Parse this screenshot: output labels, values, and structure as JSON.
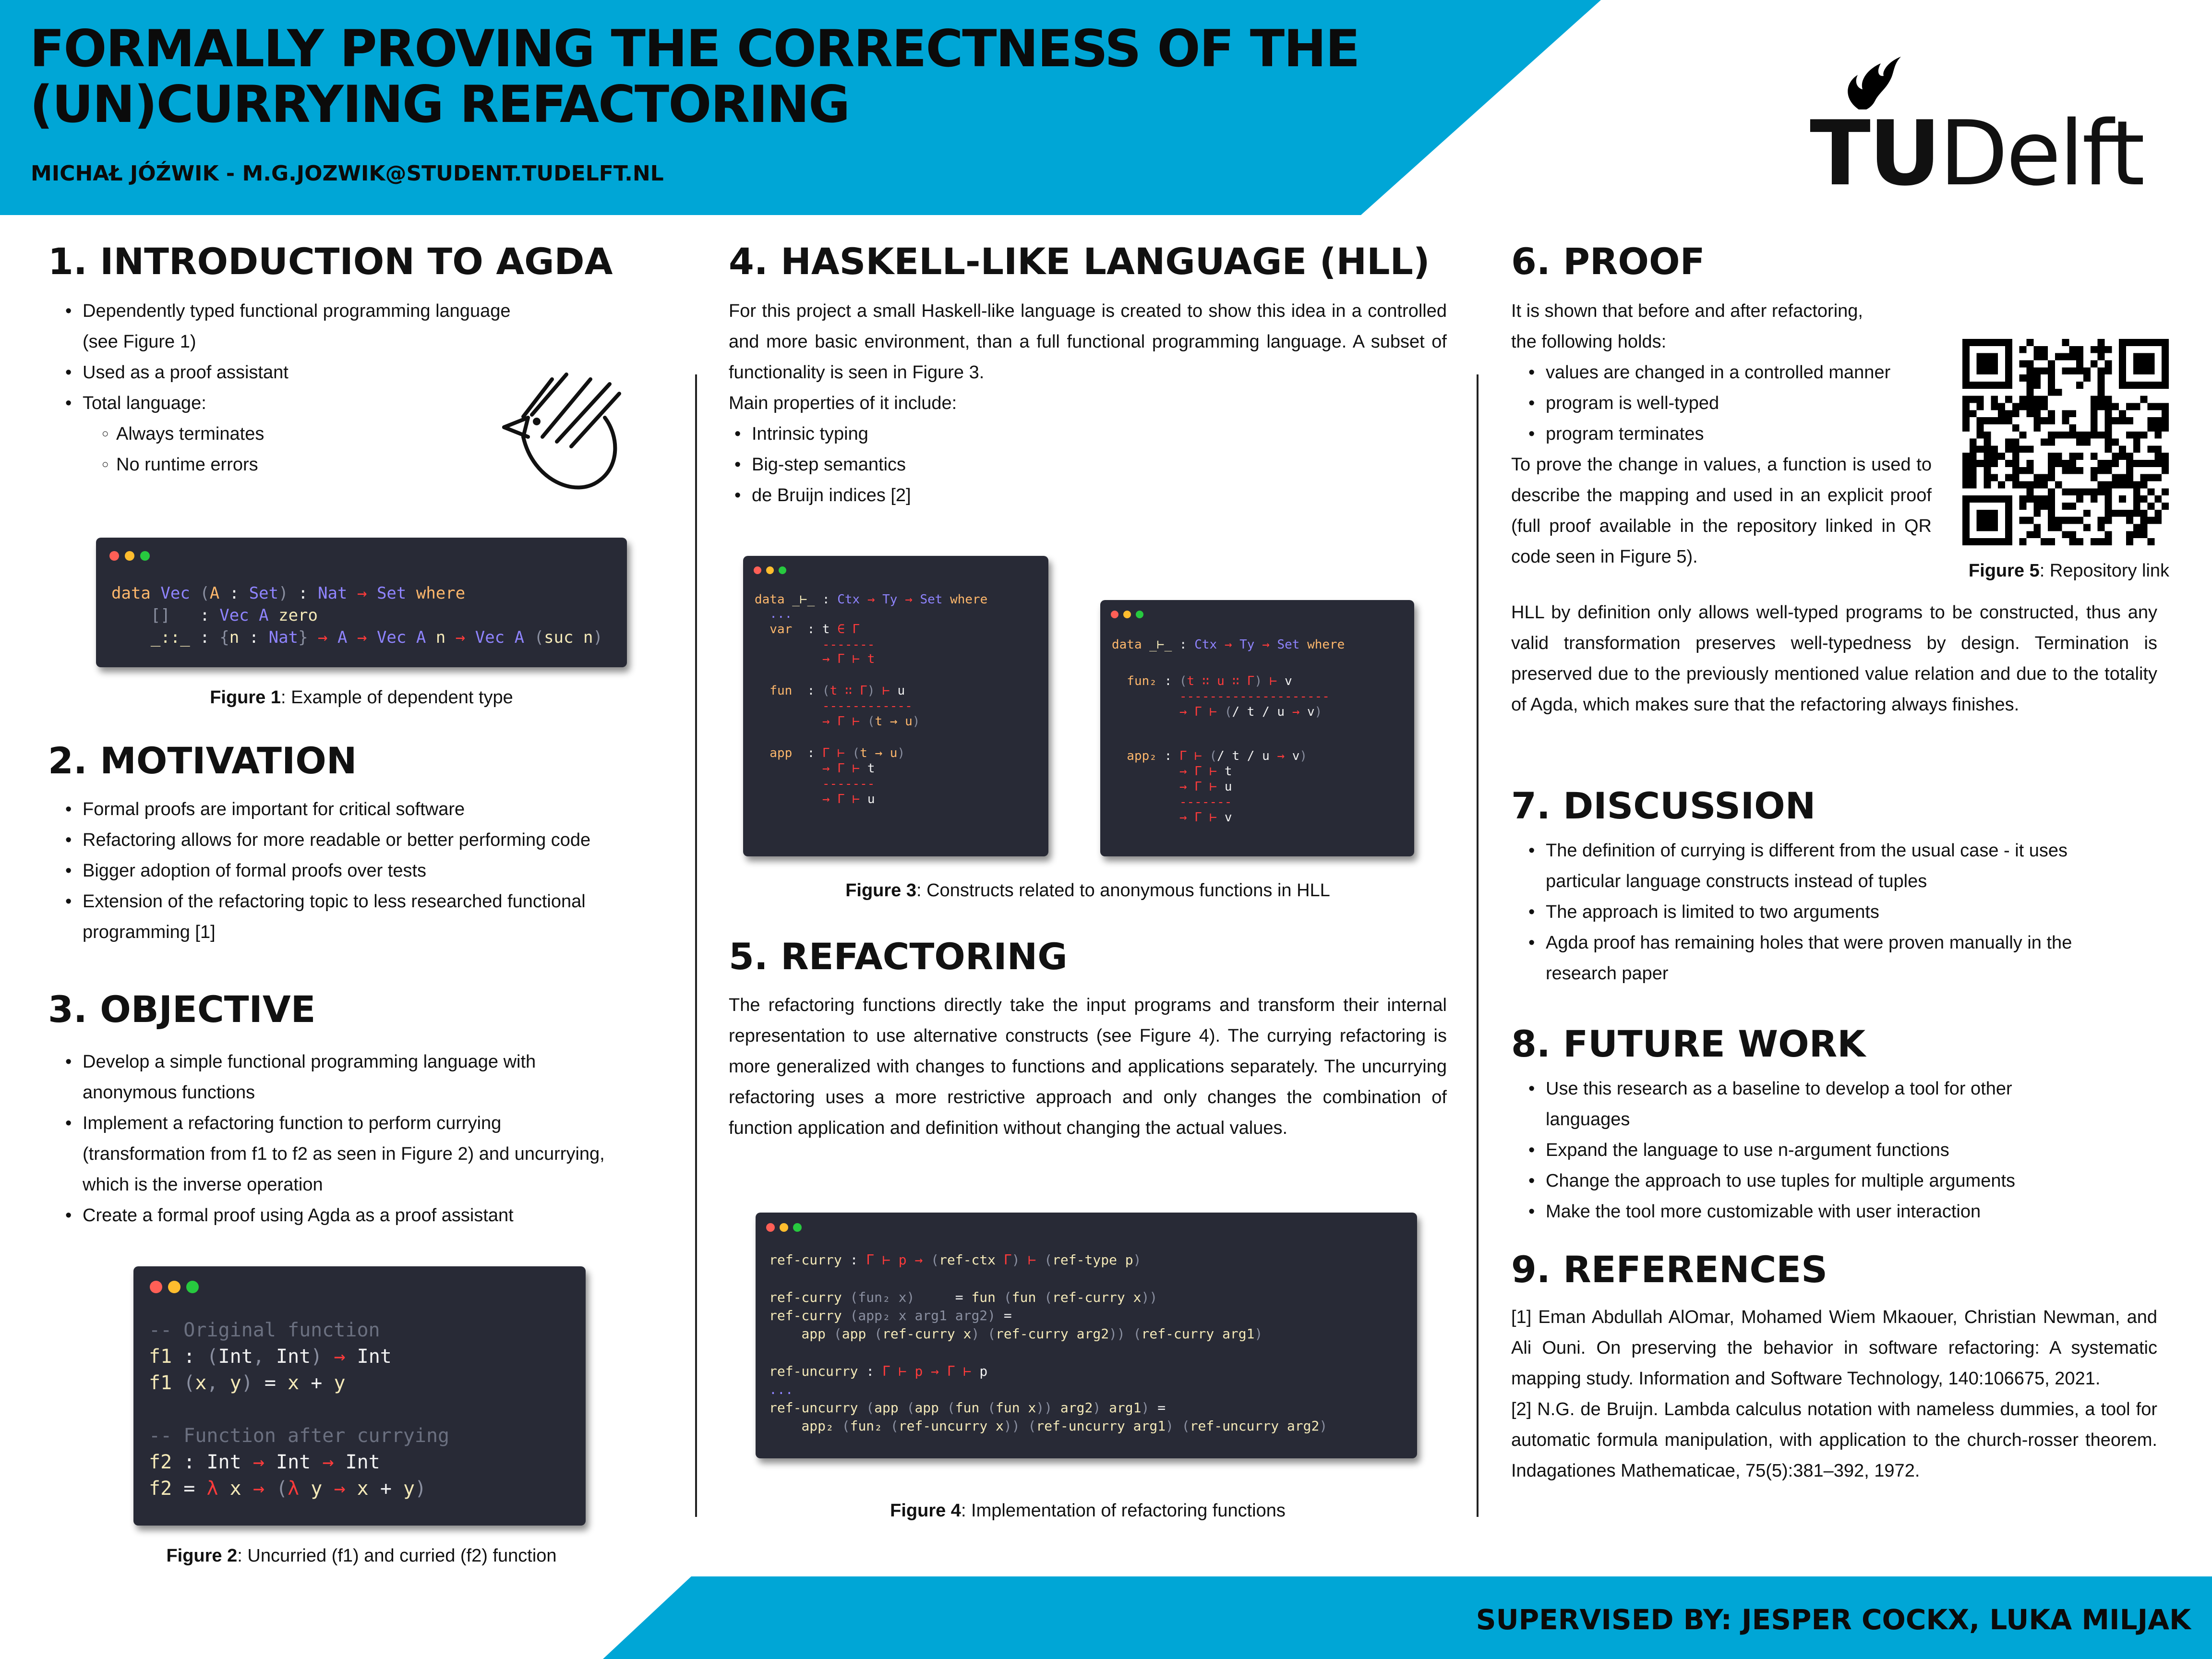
{
  "header": {
    "title_line1": "FORMALLY PROVING THE CORRECTNESS OF THE",
    "title_line2": "(UN)CURRYING REFACTORING",
    "author": "MICHAŁ JÓŹWIK - M.G.JOZWIK@STUDENT.TUDELFT.NL",
    "accent_color": "#00a6d6",
    "logo_tu": "TU",
    "logo_delft": "Delft"
  },
  "s1": {
    "heading": "1.  INTRODUCTION TO AGDA",
    "b1a": "Dependently typed functional programming language",
    "b1b": "(see Figure 1)",
    "b2": "Used as a proof assistant",
    "b3": "Total language:",
    "sub1": "Always terminates",
    "sub2": "No runtime errors",
    "fig_label": "Figure 1",
    "fig_caption": ": Example of dependent type"
  },
  "s2": {
    "heading": "2. MOTIVATION",
    "b1": "Formal proofs are important for critical software",
    "b2": "Refactoring allows for more readable or better performing code",
    "b3": "Bigger adoption of formal proofs over tests",
    "b4a": "Extension of the refactoring topic to less researched functional",
    "b4b": "programming [1]"
  },
  "s3": {
    "heading": "3. OBJECTIVE",
    "b1a": "Develop a simple functional programming language with",
    "b1b": "anonymous functions",
    "b2a": "Implement a refactoring function to perform currying",
    "b2b": "(transformation from f1 to f2 as seen in Figure 2) and uncurrying,",
    "b2c": "which is the inverse operation",
    "b3": "Create a formal proof using Agda as a proof assistant",
    "fig_label": "Figure 2",
    "fig_caption": ":  Uncurried (f1) and curried (f2) function"
  },
  "s4": {
    "heading": "4. HASKELL-LIKE LANGUAGE (HLL)",
    "p1": "For this project a small Haskell-like language is created to show this idea in a controlled and more basic environment, than a full functional programming language.  A subset of functionality is seen in Figure 3.",
    "p2": "Main properties of it include:",
    "b1": "Intrinsic typing",
    "b2": "Big-step semantics",
    "b3": "de Bruijn indices [2]",
    "fig_label": "Figure 3",
    "fig_caption": ": Constructs related to anonymous functions in HLL"
  },
  "s5": {
    "heading": "5. REFACTORING",
    "p1": "The refactoring functions directly take the input programs and transform their internal representation to use alternative constructs (see Figure 4). The currying refactoring is more generalized with changes to functions and applications separately. The uncurrying refactoring uses a more restrictive approach and only changes the combination of function application and definition without changing the actual values.",
    "fig_label": "Figure 4",
    "fig_caption": ": Implementation of refactoring functions"
  },
  "s6": {
    "heading": "6. PROOF",
    "p1a": "It is shown that before and after refactoring,",
    "p1b": "the following holds:",
    "b1": "values are changed in a controlled manner",
    "b2": "program is well-typed",
    "b3": "program terminates",
    "p2": "To prove the change in values, a function is used to describe the mapping and used in an explicit proof (full proof available in the repository linked in QR code seen in Figure 5).",
    "p3": "HLL by definition only allows well-typed programs to be constructed, thus any valid transformation preserves well-typedness by design. Termination is preserved due to the previously mentioned value relation and due to the totality of Agda, which makes sure that the refactoring always finishes.",
    "fig_label": "Figure 5",
    "fig_caption": ": Repository link"
  },
  "s7": {
    "heading": "7. DISCUSSION",
    "b1a": "The definition of currying is different from the usual case - it uses",
    "b1b": "particular language constructs instead of tuples",
    "b2": "The approach is limited to two arguments",
    "b3a": "Agda proof has remaining holes that were proven manually in the",
    "b3b": "research paper"
  },
  "s8": {
    "heading": "8. FUTURE WORK",
    "b1a": "Use this research as a baseline to develop a tool for other",
    "b1b": "languages",
    "b2": "Expand the language to use n-argument functions",
    "b3": "Change the approach to use tuples for multiple arguments",
    "b4": "Make the tool more customizable with user interaction"
  },
  "s9": {
    "heading": "9. REFERENCES",
    "r1": "[1] Eman Abdullah AlOmar, Mohamed Wiem Mkaouer, Christian Newman, and Ali Ouni. On preserving the behavior in software refactoring: A systematic mapping study. Information and Software Technology, 140:106675, 2021.",
    "r2": "[2] N.G. de Bruijn. Lambda calculus notation with nameless dummies, a tool for automatic formula manipulation, with application to the church-rosser theorem. Indagationes Mathematicae, 75(5):381–392, 1972."
  },
  "footer": {
    "supervised": "SUPERVISED BY:  JESPER COCKX,  LUKA MILJAK"
  }
}
